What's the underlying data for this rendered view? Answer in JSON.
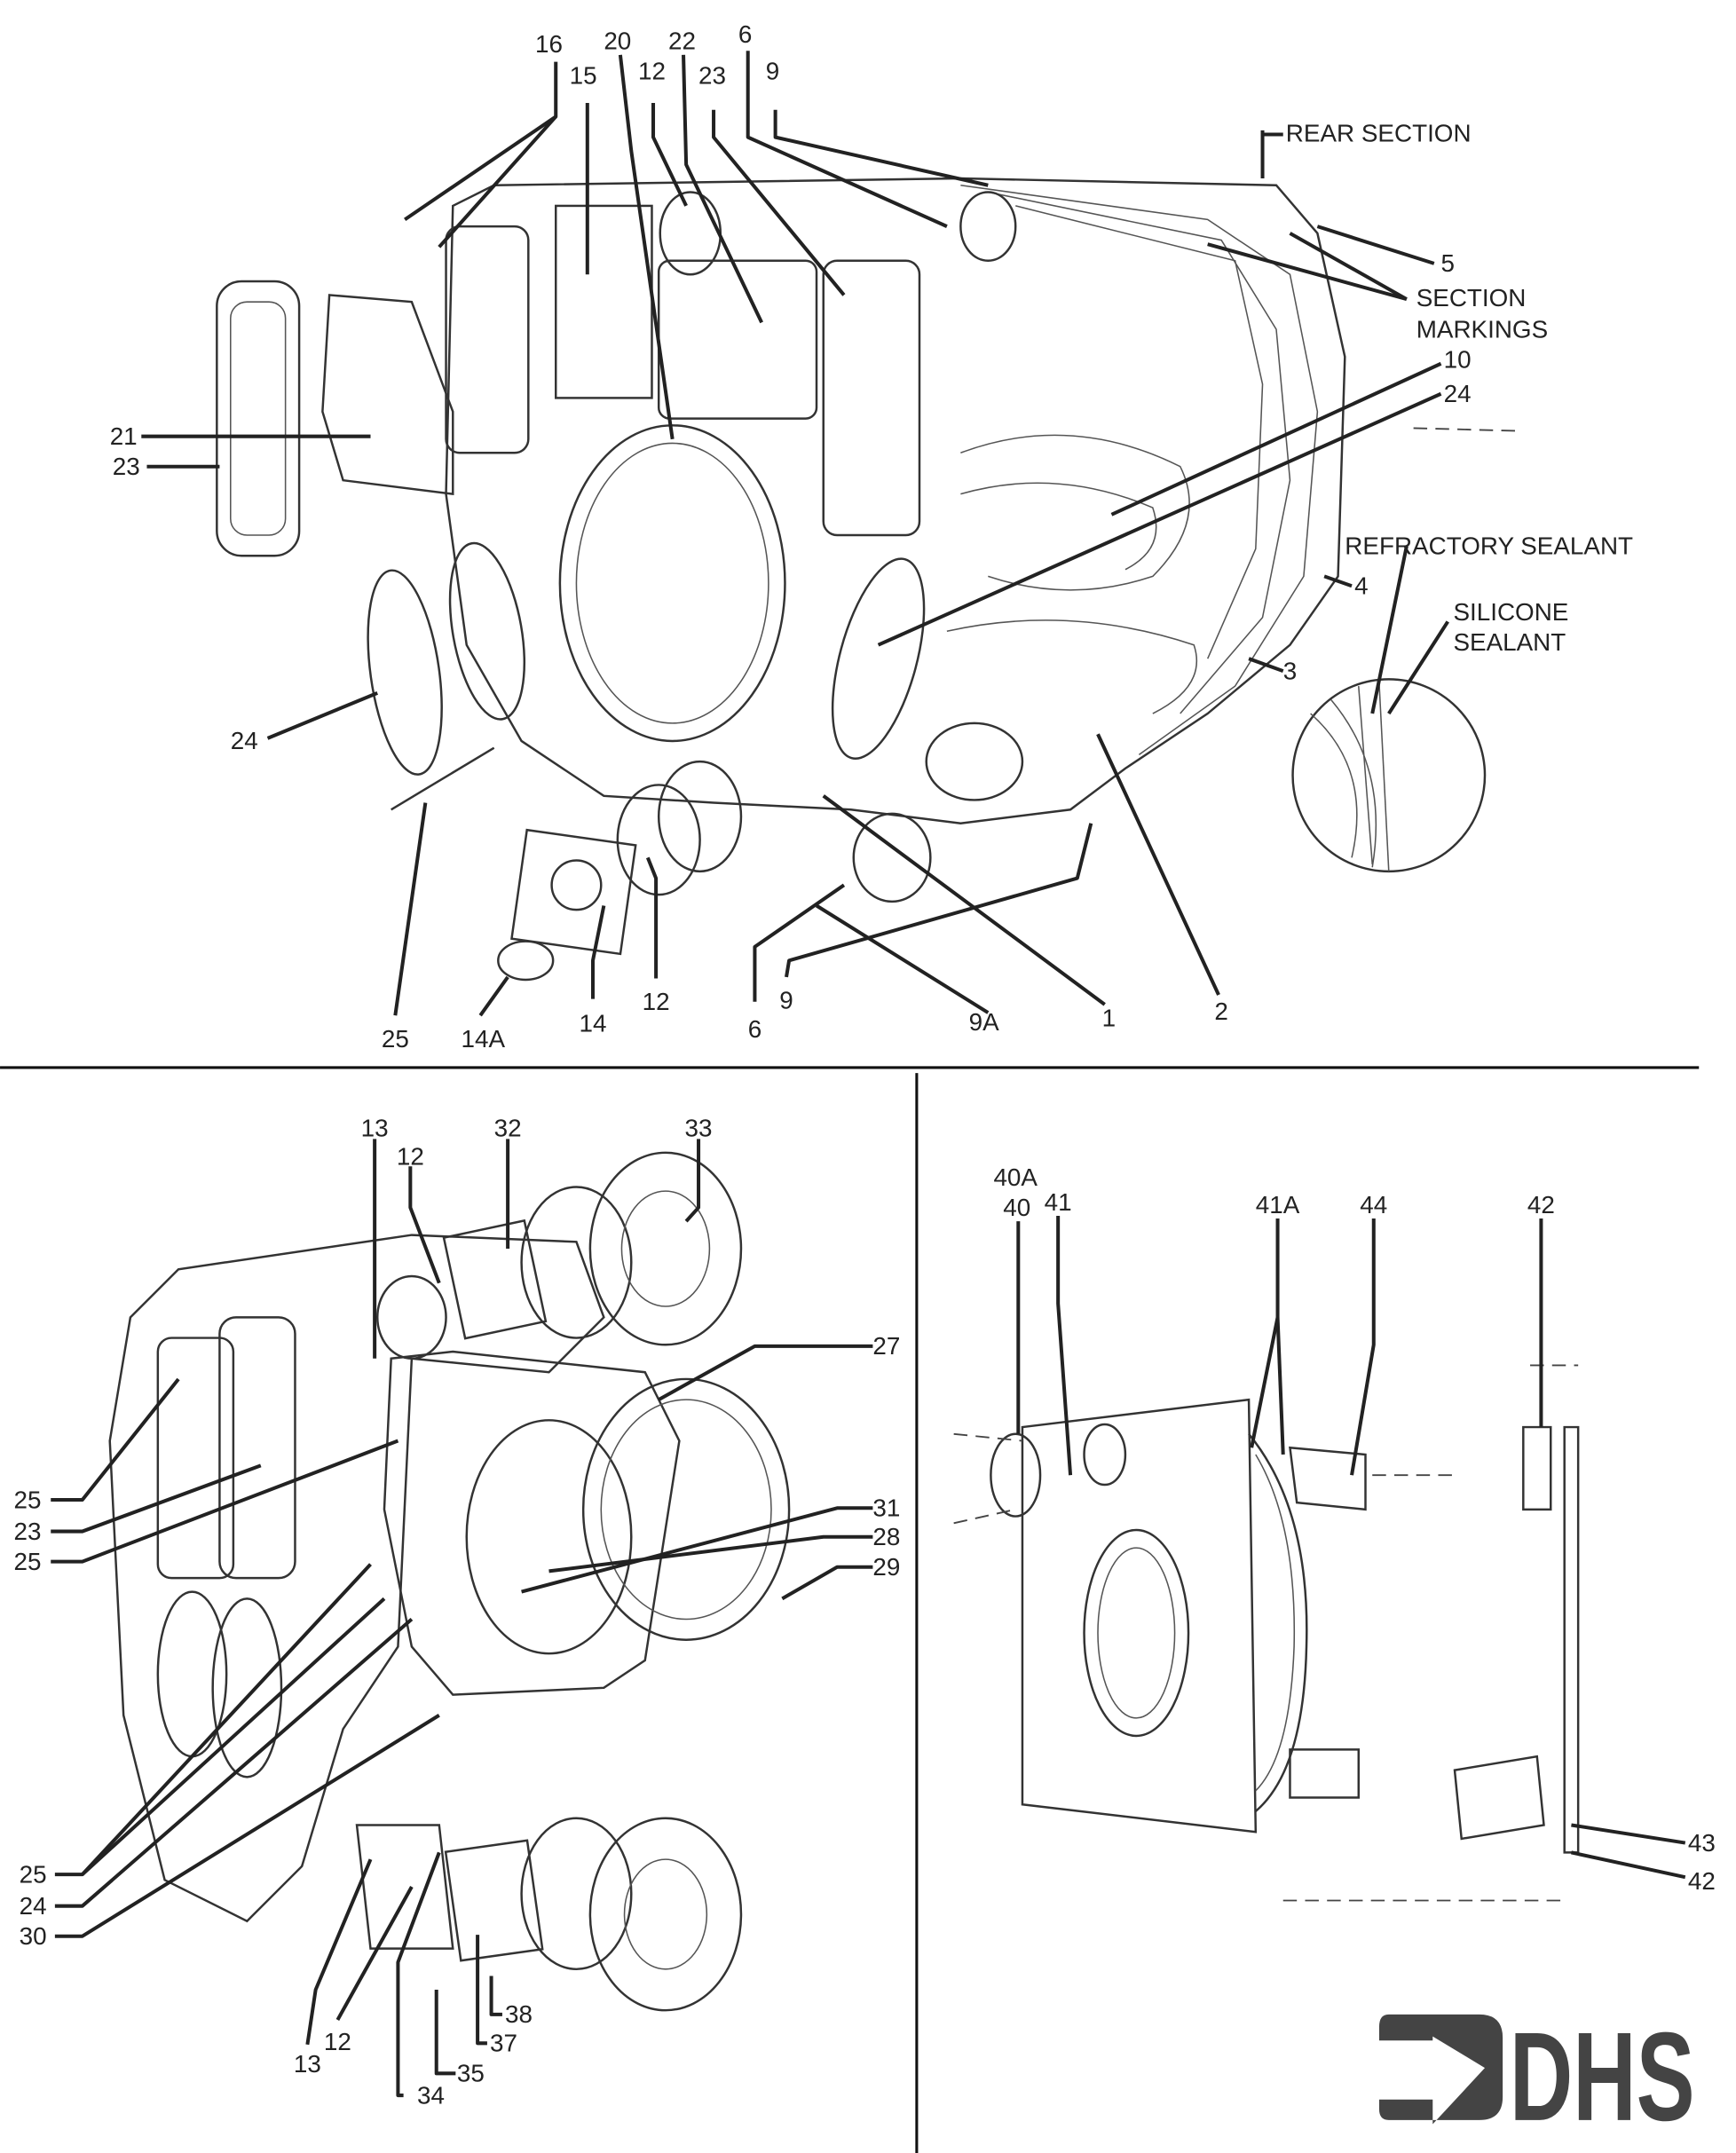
{
  "top_panel": {
    "callouts": [
      "16",
      "20",
      "15",
      "12",
      "22",
      "23",
      "6",
      "9",
      "5",
      "10",
      "24",
      "21",
      "23",
      "4",
      "3",
      "24",
      "25",
      "14A",
      "14",
      "12",
      "6",
      "9",
      "9A",
      "1",
      "2"
    ],
    "notes": {
      "rear_section": "REAR SECTION",
      "section_markings_1": "SECTION",
      "section_markings_2": "MARKINGS",
      "refractory_sealant": "REFRACTORY SEALANT",
      "silicone_sealant_1": "SILICONE",
      "silicone_sealant_2": "SEALANT"
    }
  },
  "bottom_left_panel": {
    "callouts": [
      "13",
      "12",
      "32",
      "33",
      "27",
      "25",
      "23",
      "25",
      "31",
      "28",
      "29",
      "25",
      "24",
      "30",
      "13",
      "12",
      "34",
      "35",
      "37",
      "38"
    ]
  },
  "bottom_right_panel": {
    "callouts": [
      "40A",
      "40",
      "41",
      "41A",
      "44",
      "42",
      "43",
      "42"
    ]
  },
  "logo": {
    "text": "DHS",
    "color": "#444444"
  }
}
